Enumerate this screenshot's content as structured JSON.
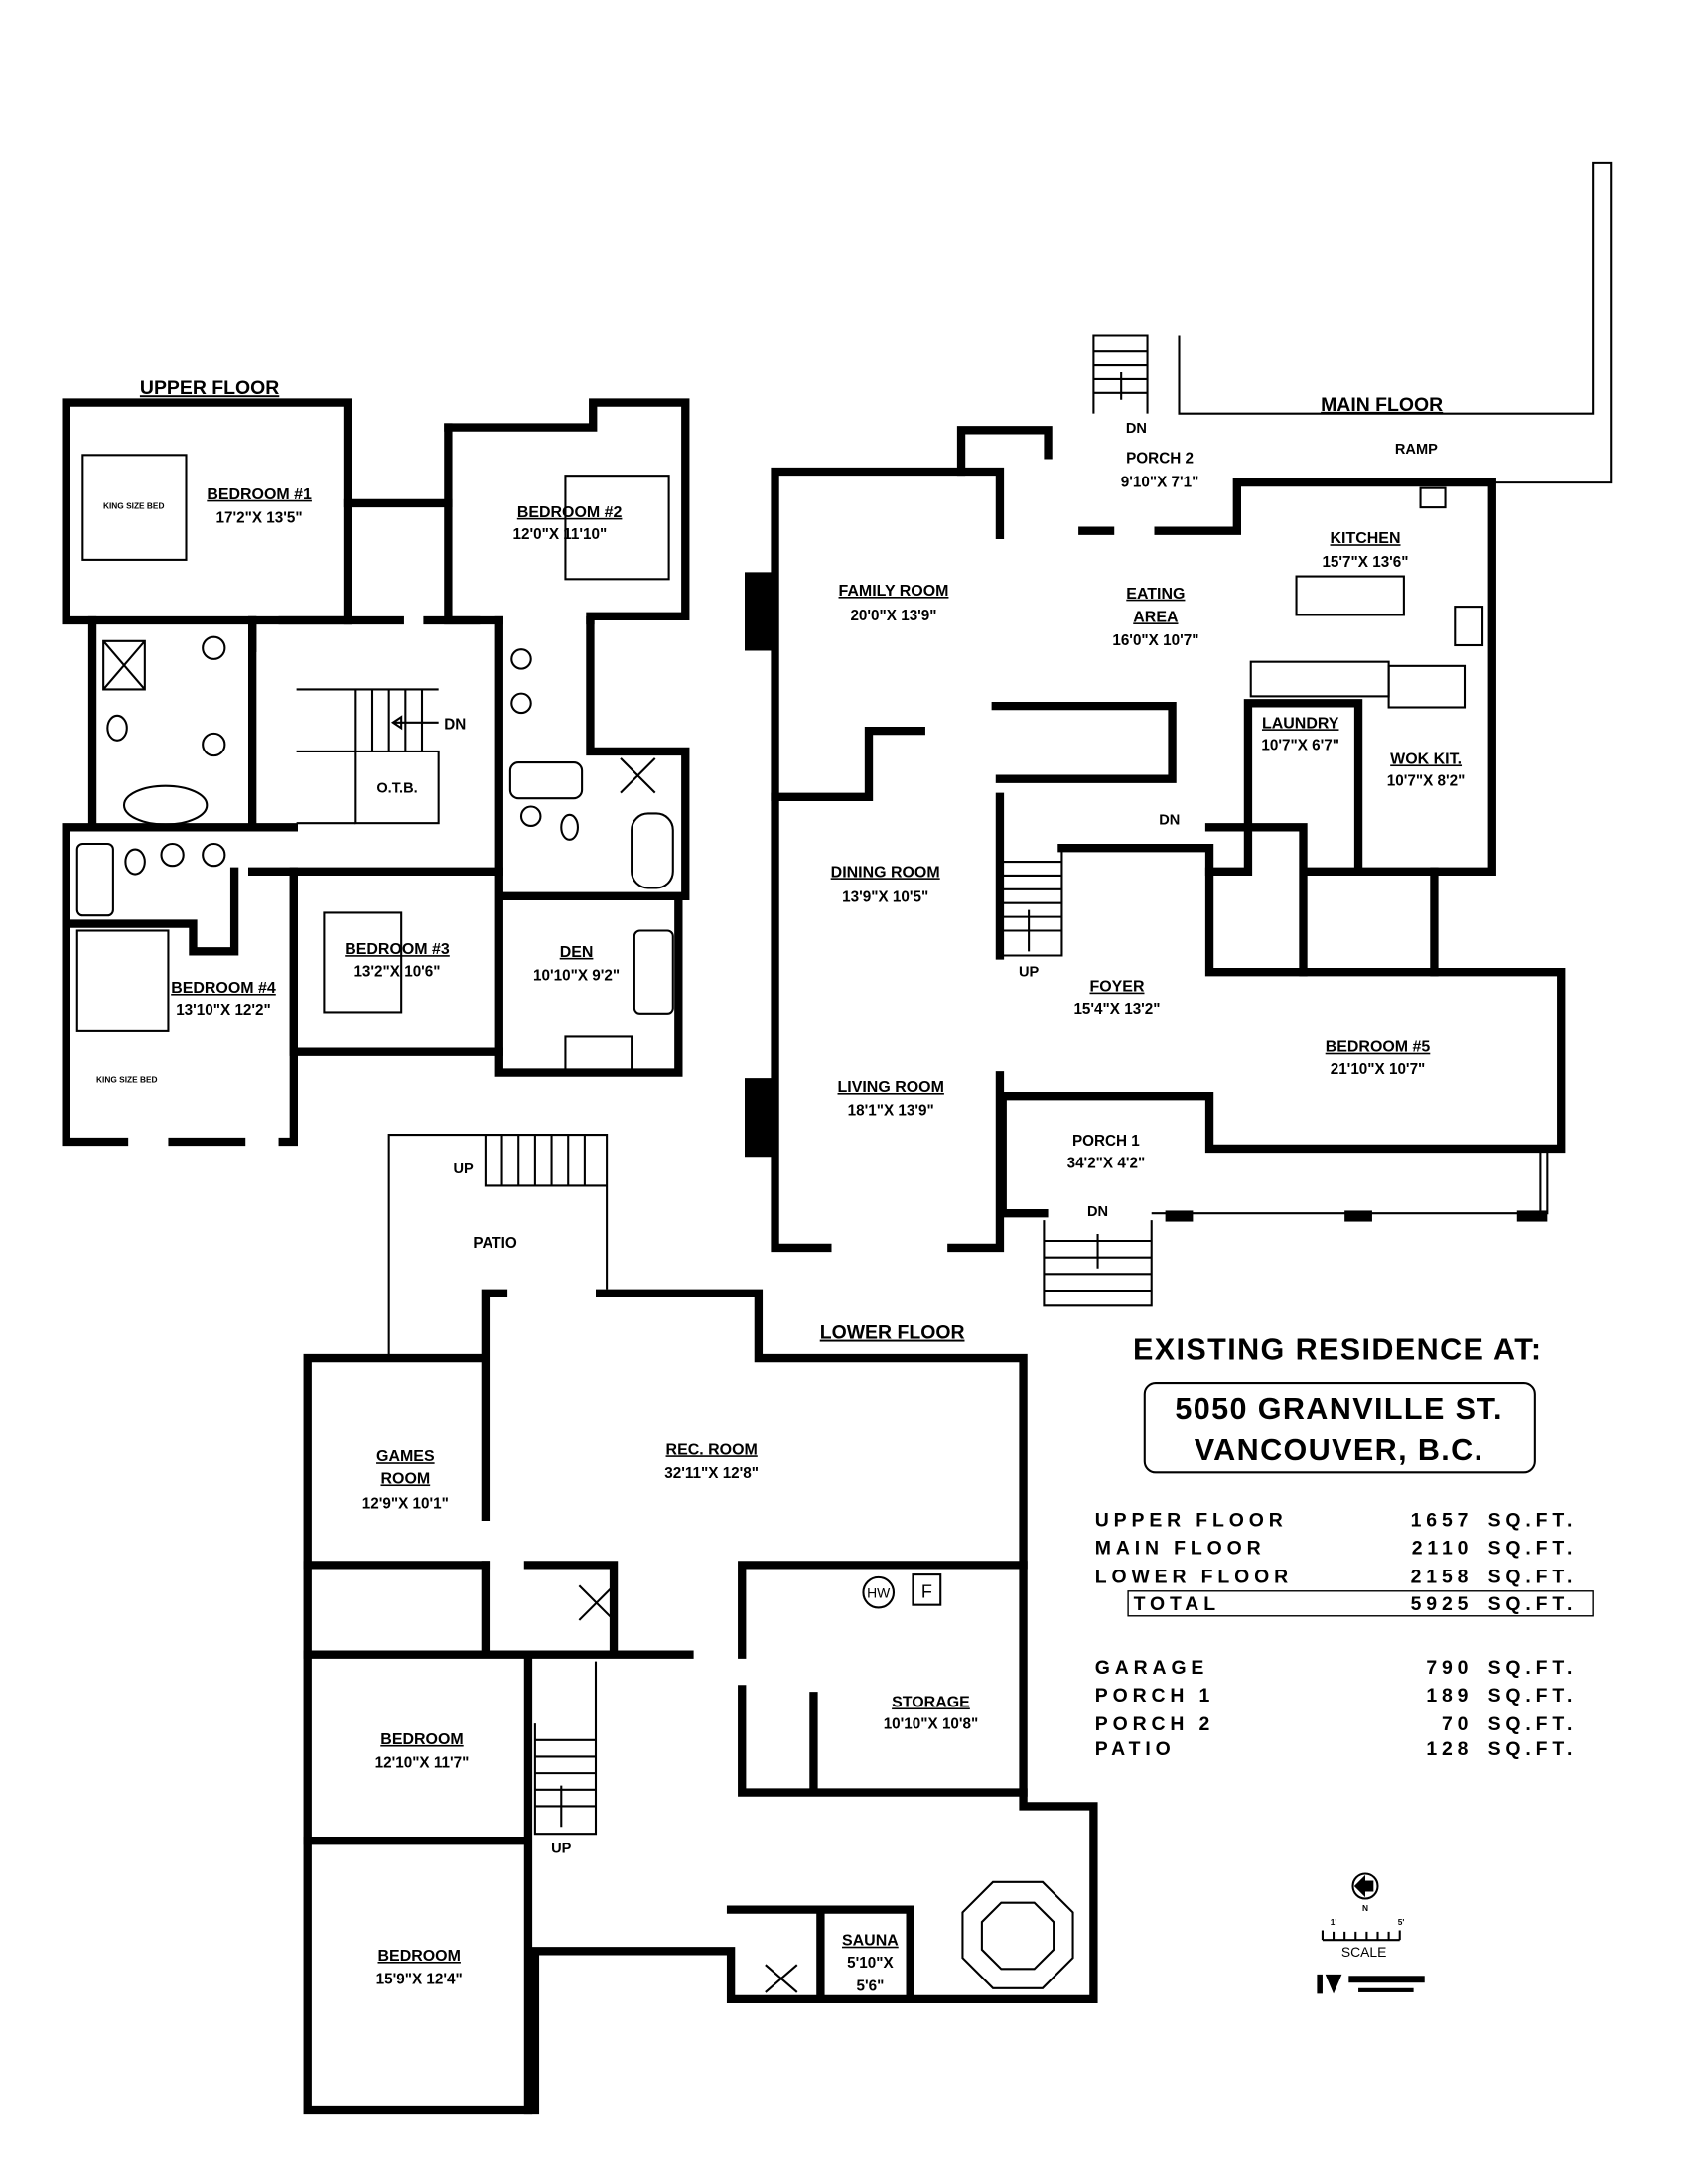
{
  "upper_floor": {
    "title": "UPPER FLOOR",
    "rooms": [
      {
        "name": "BEDROOM #1",
        "dim": "17'2\"X  13'5\""
      },
      {
        "name": "BEDROOM #2",
        "dim": "12'0\"X  11'10\""
      },
      {
        "name": "BEDROOM #3",
        "dim": "13'2\"X  10'6\""
      },
      {
        "name": "BEDROOM #4",
        "dim": "13'10\"X  12'2\""
      },
      {
        "name": "DEN",
        "dim": "10'10\"X  9'2\""
      }
    ],
    "otb": "O.T.B.",
    "dn": "DN",
    "bed_label": "KING SIZE BED"
  },
  "main_floor": {
    "title": "MAIN FLOOR",
    "ramp": "RAMP",
    "rooms": [
      {
        "name": "PORCH 2",
        "dim": "9'10\"X  7'1\""
      },
      {
        "name": "FAMILY ROOM",
        "dim": "20'0\"X  13'9\""
      },
      {
        "name": "EATING",
        "name2": "AREA",
        "dim": "16'0\"X  10'7\""
      },
      {
        "name": "KITCHEN",
        "dim": "15'7\"X  13'6\""
      },
      {
        "name": "LAUNDRY",
        "dim": "10'7\"X  6'7\""
      },
      {
        "name": "WOK KIT.",
        "dim": "10'7\"X  8'2\""
      },
      {
        "name": "DINING ROOM",
        "dim": "13'9\"X  10'5\""
      },
      {
        "name": "FOYER",
        "dim": "15'4\"X  13'2\""
      },
      {
        "name": "LIVING ROOM",
        "dim": "18'1\"X  13'9\""
      },
      {
        "name": "BEDROOM #5",
        "dim": "21'10\"X  10'7\""
      },
      {
        "name": "PORCH 1",
        "dim": "34'2\"X  4'2\""
      }
    ],
    "up": "UP",
    "dn": "DN"
  },
  "lower_floor": {
    "title": "LOWER FLOOR",
    "patio": "PATIO",
    "up": "UP",
    "rooms": [
      {
        "name": "GAMES",
        "name2": "ROOM",
        "dim": "12'9\"X  10'1\""
      },
      {
        "name": "REC. ROOM",
        "dim": "32'11\"X  12'8\""
      },
      {
        "name": "BEDROOM",
        "dim": "12'10\"X  11'7\""
      },
      {
        "name": "BEDROOM",
        "dim": "15'9\"X  12'4\""
      },
      {
        "name": "STORAGE",
        "dim": "10'10\"X  10'8\""
      },
      {
        "name": "SAUNA",
        "dim": "5'10\"X",
        "dim2": "5'6\""
      }
    ],
    "hw": "HW",
    "f": "F"
  },
  "info": {
    "heading": "EXISTING RESIDENCE AT:",
    "address_line1": "5050 GRANVILLE ST.",
    "address_line2": "VANCOUVER, B.C.",
    "areas": [
      {
        "label": "UPPER FLOOR",
        "value": "1657",
        "unit": "SQ.FT."
      },
      {
        "label": "MAIN FLOOR",
        "value": "2110",
        "unit": "SQ.FT."
      },
      {
        "label": "LOWER FLOOR",
        "value": "2158",
        "unit": "SQ.FT."
      },
      {
        "label": "TOTAL",
        "value": "5925",
        "unit": "SQ.FT."
      }
    ],
    "other_areas": [
      {
        "label": "GARAGE",
        "value": "790",
        "unit": "SQ.FT."
      },
      {
        "label": "PORCH 1",
        "value": "189",
        "unit": "SQ.FT."
      },
      {
        "label": "PORCH 2",
        "value": "70",
        "unit": "SQ.FT."
      },
      {
        "label": "PATIO",
        "value": "128",
        "unit": "SQ.FT."
      }
    ]
  },
  "legend": {
    "north": "N",
    "scale_start": "1'",
    "scale_end": "5'",
    "scale_label": "SCALE",
    "logo_icon": "drafter-logo"
  }
}
